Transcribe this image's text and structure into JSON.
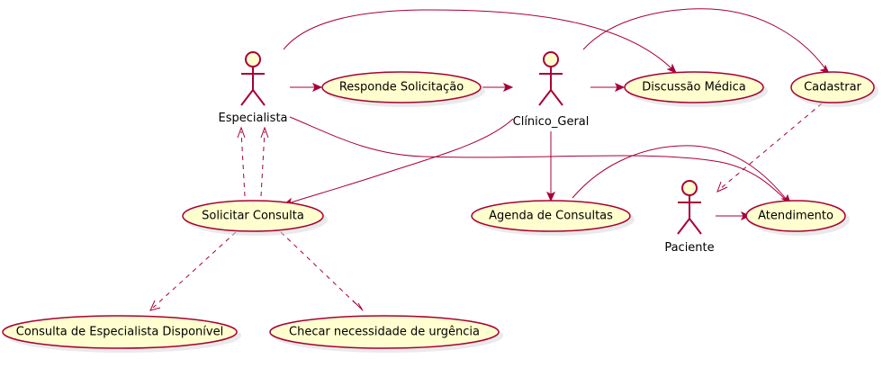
{
  "diagram": {
    "actors": {
      "especialista": "Especialista",
      "clinico_geral": "Clínico_Geral",
      "paciente": "Paciente"
    },
    "use_cases": {
      "responde_solicitacao": "Responde Solicitação",
      "discussao_medica": "Discussão Médica",
      "cadastrar": "Cadastrar",
      "solicitar_consulta": "Solicitar Consulta",
      "agenda_de_consultas": "Agenda de Consultas",
      "atendimento": "Atendimento",
      "consulta_especialista_disponivel": "Consulta de Especialista Disponível",
      "checar_urgencia": "Checar necessidade de urgência"
    },
    "colors": {
      "fill": "#FEFECE",
      "border": "#A80036",
      "text": "#000000"
    }
  }
}
